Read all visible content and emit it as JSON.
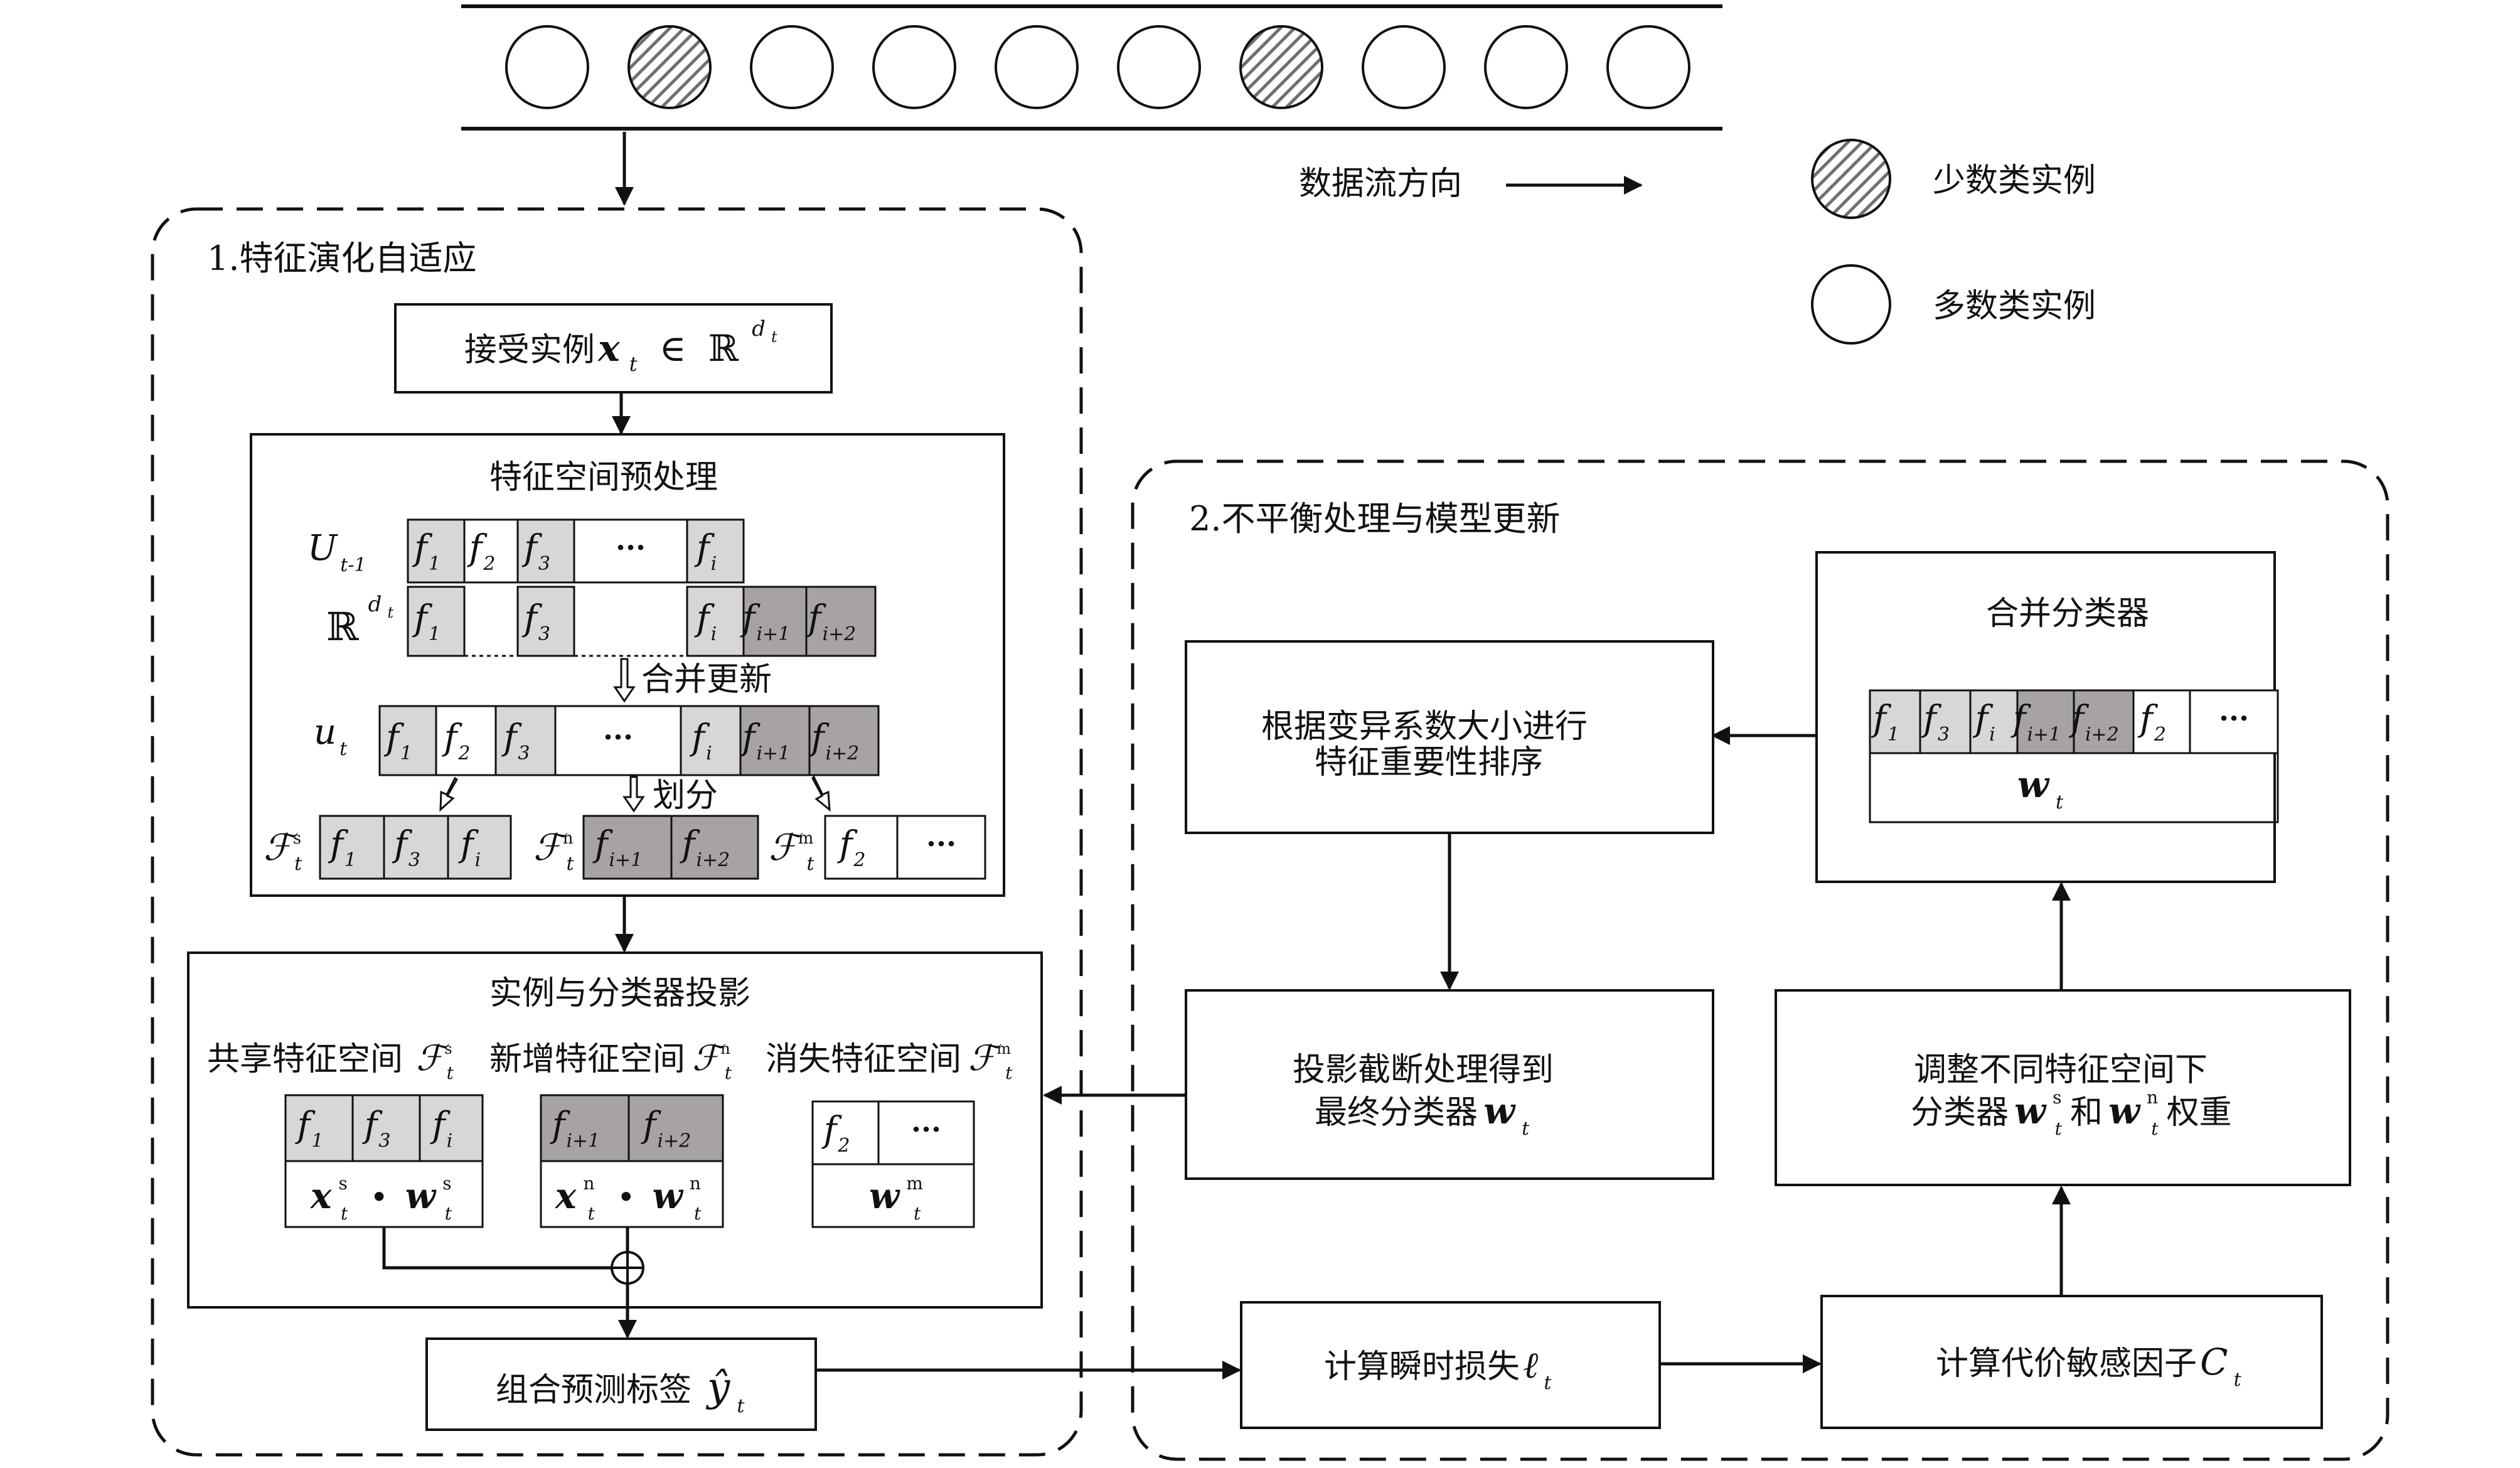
{
  "stream": {
    "instances": [
      "majority",
      "minority",
      "majority",
      "majority",
      "majority",
      "majority",
      "minority",
      "majority",
      "majority",
      "majority"
    ]
  },
  "legend": {
    "flow_direction": "数据流方向",
    "minority": "少数类实例",
    "majority": "多数类实例"
  },
  "module1": {
    "title": "1.特征演化自适应",
    "receive": {
      "label": "接受实例",
      "symbol_x": "x",
      "sub_t": "t",
      "in": "∈",
      "R": "ℝ",
      "sup_d": "d",
      "sup_t": "t"
    },
    "preprocess": {
      "title": "特征空间预处理",
      "U_prev": {
        "letter": "U",
        "sub": "t-1"
      },
      "R_dt": {
        "letter": "ℝ",
        "sup": "d",
        "sup_sub": "t"
      },
      "merge": "合并更新",
      "u_t": {
        "letter": "u",
        "sub": "t"
      },
      "split": "划分",
      "F_shared": {
        "letter": "ℱ",
        "sup": "s",
        "sub": "t"
      },
      "F_new": {
        "letter": "ℱ",
        "sup": "n",
        "sub": "t"
      },
      "F_missing": {
        "letter": "ℱ",
        "sup": "m",
        "sub": "t"
      }
    },
    "projection": {
      "title": "实例与分类器投影",
      "shared": "共享特征空间",
      "new": "新增特征空间",
      "missing": "消失特征空间",
      "dot": "•"
    },
    "combine": {
      "label": "组合预测标签",
      "y": "ŷ",
      "sub": "t"
    }
  },
  "module2": {
    "title": "2.不平衡处理与模型更新",
    "merge_classifier": {
      "title": "合并分类器",
      "w": "w",
      "sub": "t"
    },
    "sort_box": {
      "line1": "根据变异系数大小进行",
      "line2": "特征重要性排序"
    },
    "truncate_box": {
      "line1": "投影截断处理得到",
      "line2": "最终分类器",
      "w": "w",
      "sub": "t"
    },
    "adjust_box": {
      "line1": "调整不同特征空间下",
      "line2a": "分类器",
      "w": "w",
      "sup_s": "s",
      "sup_n": "n",
      "sub": "t",
      "and": "和",
      "weight": "权重"
    },
    "loss_box": {
      "label": "计算瞬时损失",
      "ell": "ℓ",
      "sub": "t"
    },
    "cost_box": {
      "label": "计算代价敏感因子",
      "C": "C",
      "sub": "t"
    }
  },
  "features": {
    "f": "f",
    "sub_1": "1",
    "sub_2": "2",
    "sub_3": "3",
    "sub_i": "i",
    "sub_i1": "i+1",
    "sub_i2": "i+2",
    "ellipsis": "···",
    "x": "x",
    "w": "w",
    "t": "t",
    "s": "s",
    "n": "n",
    "m": "m"
  },
  "colors": {
    "shared_fill": "#d9d6d6",
    "new_fill": "#a7a3a3",
    "line": "#111111",
    "background": "#ffffff"
  }
}
